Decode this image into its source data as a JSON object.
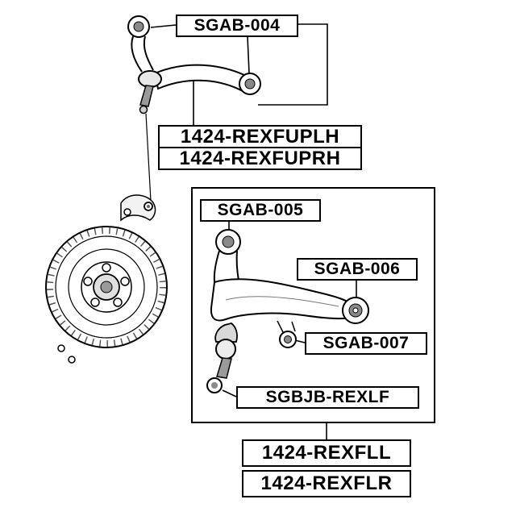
{
  "diagram": {
    "title": "Suspension control arm parts diagram",
    "line_color": "#000000",
    "background": "#ffffff"
  },
  "labels": {
    "upper_arm_bushing": "SGAB-004",
    "upper_arm_lh": "1424-REXFUPLH",
    "upper_arm_rh": "1424-REXFUPRH",
    "lower_arm_front_bushing": "SGAB-005",
    "lower_arm_rear_bushing": "SGAB-006",
    "lower_arm_small_bushing": "SGAB-007",
    "lower_ball_joint": "SGBJB-REXLF",
    "lower_arm_ll": "1424-REXFLL",
    "lower_arm_lr": "1424-REXFLR"
  }
}
